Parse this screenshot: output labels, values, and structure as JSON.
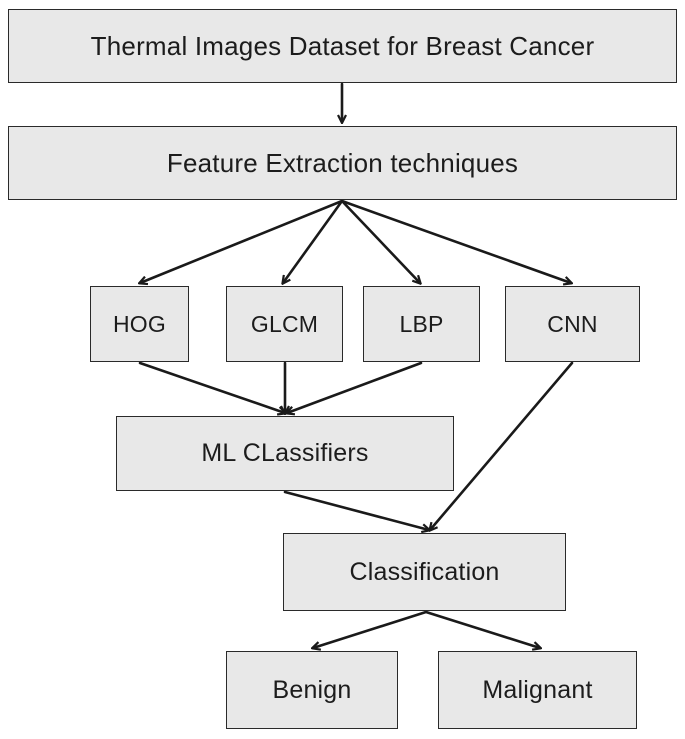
{
  "diagram": {
    "nodes": {
      "dataset": "Thermal Images Dataset for Breast Cancer",
      "feature_extraction": "Feature Extraction techniques",
      "hog": "HOG",
      "glcm": "GLCM",
      "lbp": "LBP",
      "cnn": "CNN",
      "ml_classifiers": "ML CLassifiers",
      "classification": "Classification",
      "benign": "Benign",
      "malignant": "Malignant"
    },
    "colors": {
      "box_fill": "#e8e8e8",
      "box_border": "#2a2a2a",
      "arrow": "#1a1a1a",
      "text": "#1c1c1c"
    }
  }
}
